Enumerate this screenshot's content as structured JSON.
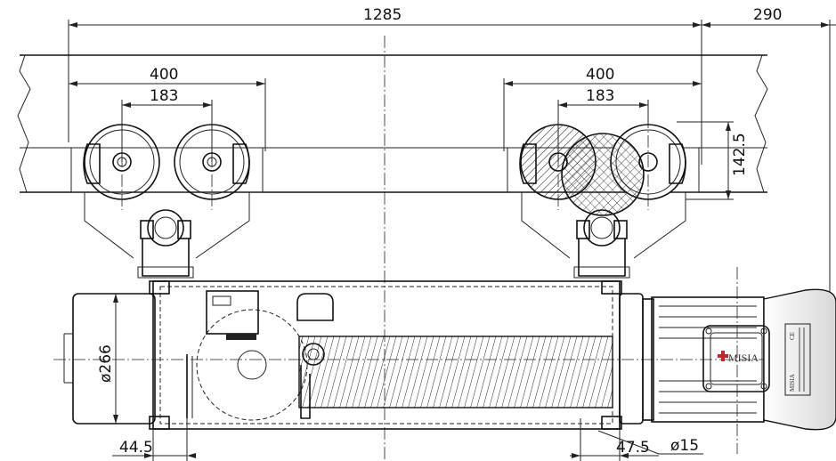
{
  "dimensions": {
    "overall_span": "1285",
    "end_offset": "290",
    "left_trolley_width": "400",
    "left_wheel_spacing": "183",
    "right_trolley_width": "400",
    "right_wheel_spacing": "183",
    "wheel_height": "142.5",
    "drum_diameter": "ø266",
    "left_edge_offset": "44.5",
    "right_edge_offset": "47.5",
    "hole_diameter": "ø15"
  },
  "motor": {
    "brand": "MISIA",
    "plate_brand": "MISIA",
    "ce_mark": "CE"
  },
  "colors": {
    "line": "#222222",
    "brand_red": "#c0262d",
    "motor_shade": "#e0e0e0"
  }
}
